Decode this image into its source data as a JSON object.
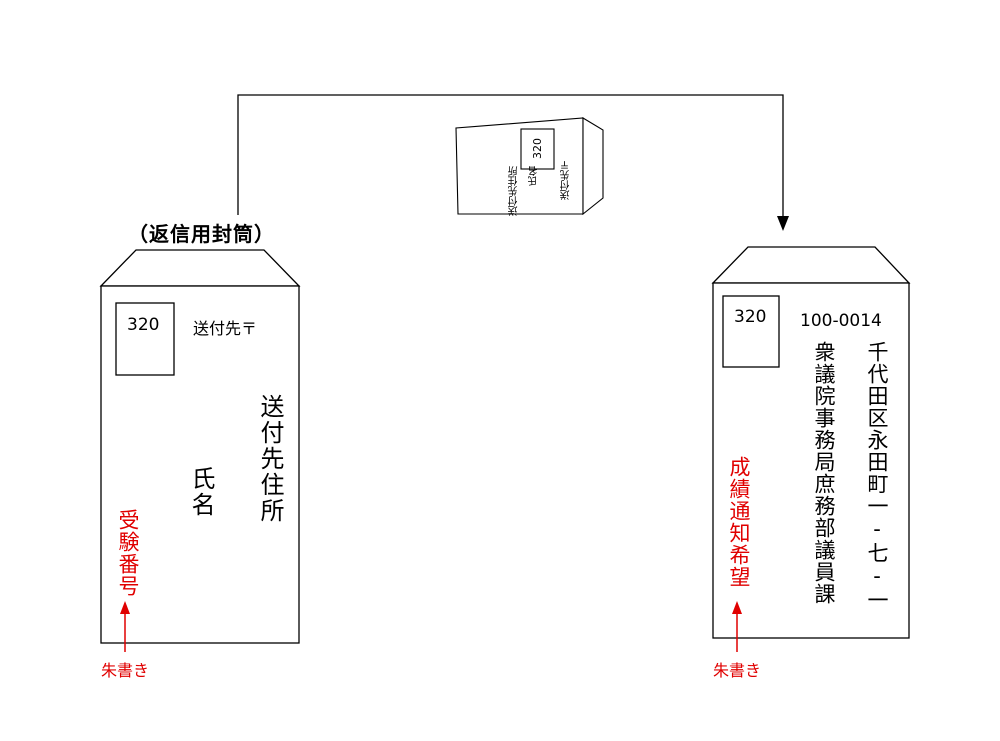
{
  "return_envelope": {
    "title": "（返信用封筒）",
    "stamp": "320",
    "to_postal": "送付先〒",
    "address": "送付先住所",
    "name": "氏名",
    "exam_number": "受験番号",
    "red_note": "朱書き"
  },
  "folded_envelope": {
    "stamp": "320",
    "to_postal": "送付先〒",
    "address": "送付先住所",
    "name": "氏名"
  },
  "outer_envelope": {
    "stamp": "320",
    "postal_code": "100-0014",
    "address": "千代田区永田町一-七-一",
    "recipient": "衆議院事務局庶務部議員課",
    "grade_request": "成績通知希望",
    "red_note": "朱書き"
  },
  "colors": {
    "ink": "#000000",
    "red": "#e00000",
    "background": "#ffffff"
  }
}
